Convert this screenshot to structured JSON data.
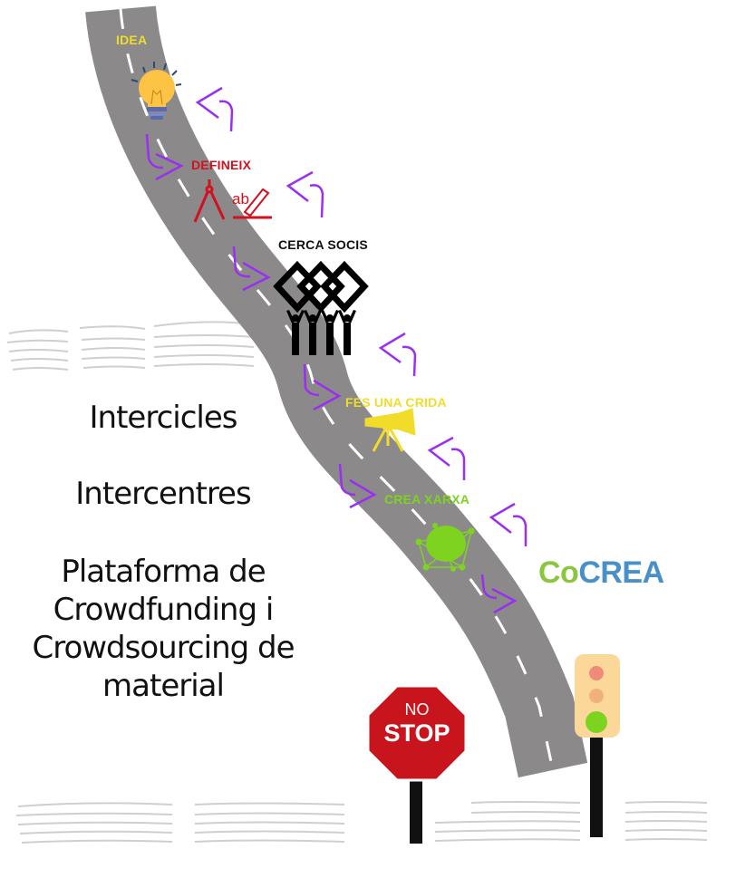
{
  "steps": [
    {
      "label": "IDEA",
      "color": "#f2dc2a",
      "icon": "lightbulb-icon"
    },
    {
      "label": "DEFINEIX",
      "color": "#d0121e",
      "icon": "compass-pencil-icon"
    },
    {
      "label": "CERCA SOCIS",
      "color": "#111111",
      "icon": "people-partners-icon"
    },
    {
      "label": "FES UNA CRIDA",
      "color": "#f2dc2a",
      "icon": "megaphone-icon"
    },
    {
      "label": "CREA XARXA",
      "color": "#7ed321",
      "icon": "network-icon"
    }
  ],
  "side_text": {
    "line1": "Intercicles",
    "line2": "Intercentres",
    "line3": [
      "Plataforma de",
      "Crowdfunding i",
      "Crowdsourcing de",
      "material"
    ]
  },
  "logo": {
    "part1": "Co",
    "part2": "CREA"
  },
  "stop_sign": {
    "top": "NO",
    "bottom": "STOP"
  },
  "colors": {
    "road": "#8b898a",
    "arrow": "#9b2ff0",
    "sign_red": "#c8141c",
    "light_green": "#7ed321"
  }
}
